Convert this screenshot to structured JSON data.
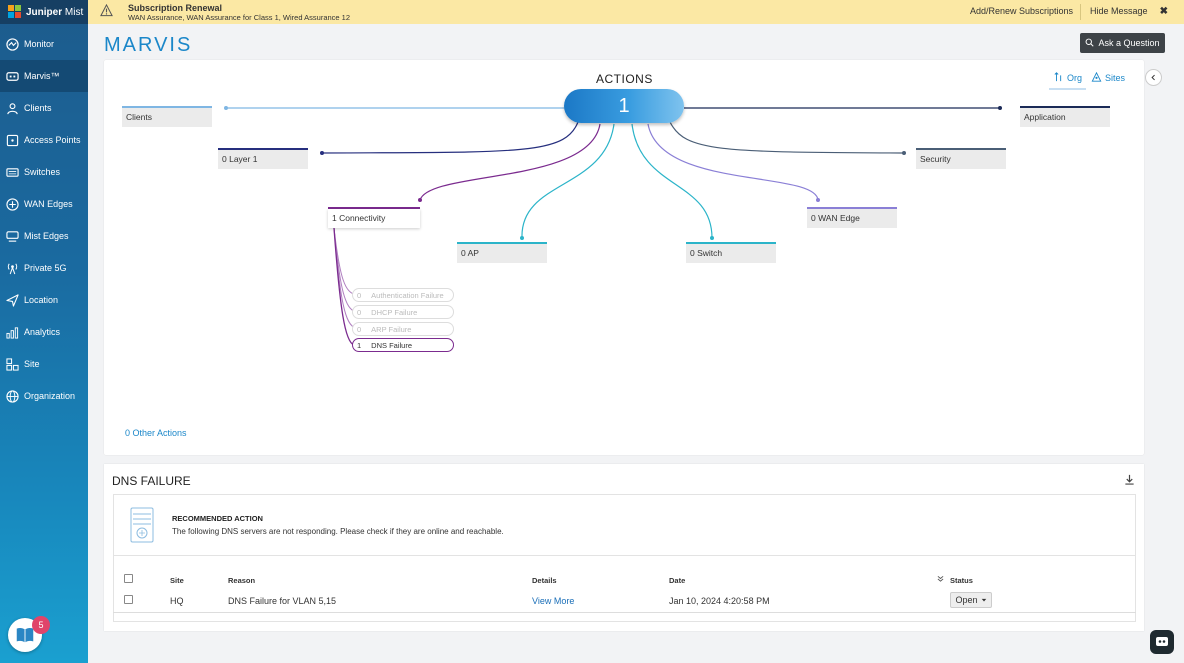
{
  "brand": {
    "logo_bold": "Juniper",
    "logo_light": "Mist"
  },
  "sidebar": {
    "items": [
      {
        "label": "Monitor"
      },
      {
        "label": "Marvis™"
      },
      {
        "label": "Clients"
      },
      {
        "label": "Access Points"
      },
      {
        "label": "Switches"
      },
      {
        "label": "WAN Edges"
      },
      {
        "label": "Mist Edges"
      },
      {
        "label": "Private 5G"
      },
      {
        "label": "Location"
      },
      {
        "label": "Analytics"
      },
      {
        "label": "Site"
      },
      {
        "label": "Organization"
      }
    ],
    "badge_count": "5"
  },
  "banner": {
    "title": "Subscription Renewal",
    "subtitle": "WAN Assurance, WAN Assurance for Class 1, Wired Assurance 12",
    "add_renew": "Add/Renew Subscriptions",
    "hide": "Hide Message",
    "close": "✖"
  },
  "header": {
    "title": "MARVIS",
    "ask_label": "Ask a Question"
  },
  "actions": {
    "heading": "ACTIONS",
    "total": "1",
    "toggle_org": "Org",
    "toggle_sites": "Sites",
    "nodes": {
      "clients": "Clients",
      "layer1": "0 Layer 1",
      "connectivity": "1 Connectivity",
      "ap": "0 AP",
      "switch": "0 Switch",
      "wan_edge": "0 WAN Edge",
      "security": "Security",
      "application": "Application"
    },
    "sub_items": [
      {
        "count": "0",
        "label": "Authentication Failure"
      },
      {
        "count": "0",
        "label": "DHCP Failure"
      },
      {
        "count": "0",
        "label": "ARP Failure"
      },
      {
        "count": "1",
        "label": "DNS Failure"
      }
    ],
    "other_actions": "0 Other Actions"
  },
  "dns": {
    "title": "DNS FAILURE",
    "rec_title": "RECOMMENDED ACTION",
    "rec_desc": "The following DNS servers are not responding. Please check if they are online and reachable.",
    "columns": {
      "site": "Site",
      "reason": "Reason",
      "details": "Details",
      "date": "Date",
      "status": "Status"
    },
    "rows": [
      {
        "site": "HQ",
        "reason": "DNS Failure for VLAN 5,15",
        "details": "View More",
        "date": "Jan 10, 2024 4:20:58 PM",
        "status": "Open"
      }
    ]
  },
  "colors": {
    "accent": "#1b87c9",
    "banner_bg": "#fbe8a4",
    "connectivity_line": "#7b2b8f"
  }
}
